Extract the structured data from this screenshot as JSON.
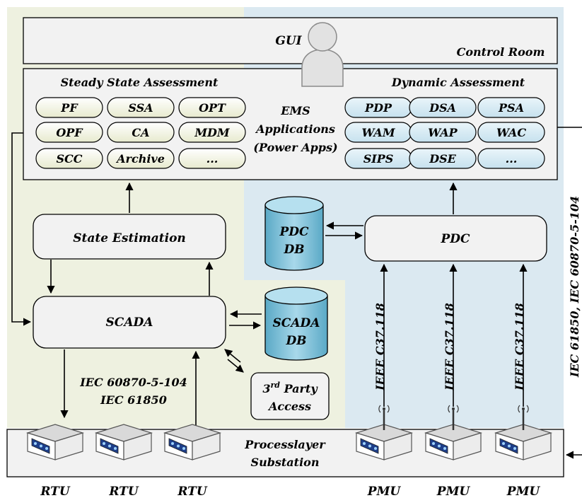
{
  "control_room": {
    "gui_label": "GUI",
    "title": "Control Room"
  },
  "ems": {
    "steady_title": "Steady State Assessment",
    "dynamic_title": "Dynamic Assessment",
    "center_label_lines": [
      "EMS",
      "Applications",
      "(Power Apps)"
    ],
    "steady_apps": [
      "PF",
      "SSA",
      "OPT",
      "OPF",
      "CA",
      "MDM",
      "SCC",
      "Archive",
      "..."
    ],
    "dynamic_apps": [
      "PDP",
      "DSA",
      "PSA",
      "WAM",
      "WAP",
      "WAC",
      "SIPS",
      "DSE",
      "..."
    ]
  },
  "state_estimation": "State Estimation",
  "scada": "SCADA",
  "pdc": "PDC",
  "pdc_db": [
    "PDC",
    "DB"
  ],
  "scada_db": [
    "SCADA",
    "DB"
  ],
  "third_party": {
    "sup": "rd",
    "line1_rest": "Party",
    "line2": "Access",
    "line1_num": "3"
  },
  "scada_protocols": [
    "IEC 60870-5-104",
    "IEC 61850"
  ],
  "pmu_link_label": "IEEE C37.118",
  "side_label": "IEC 61850, IEC 60870-5-104",
  "substation_lines": [
    "Processlayer",
    "Substation"
  ],
  "devices": [
    "RTU",
    "RTU",
    "RTU",
    "PMU",
    "PMU",
    "PMU"
  ],
  "colors": {
    "left_zone": "#eef1e0",
    "right_zone": "#dbe9f1",
    "steady_pill": "#eff2d8",
    "dynamic_pill": "#d4e8f2",
    "box": "#f2f2f2",
    "db_fill": "#7fc1d9",
    "stroke": "#000000"
  }
}
